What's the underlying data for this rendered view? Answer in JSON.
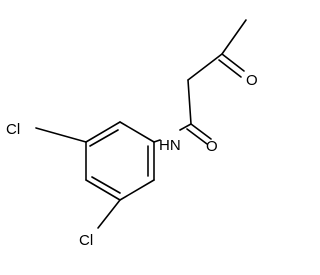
{
  "molecule": {
    "atoms": {
      "chlorine_top": "Cl",
      "chlorine_bottom": "Cl",
      "amide_nh": "HN",
      "amide_oxygen": "O",
      "ketone_oxygen": "O"
    }
  },
  "colors": {
    "bond": "#000000",
    "label": "#000000",
    "background": "#ffffff"
  }
}
